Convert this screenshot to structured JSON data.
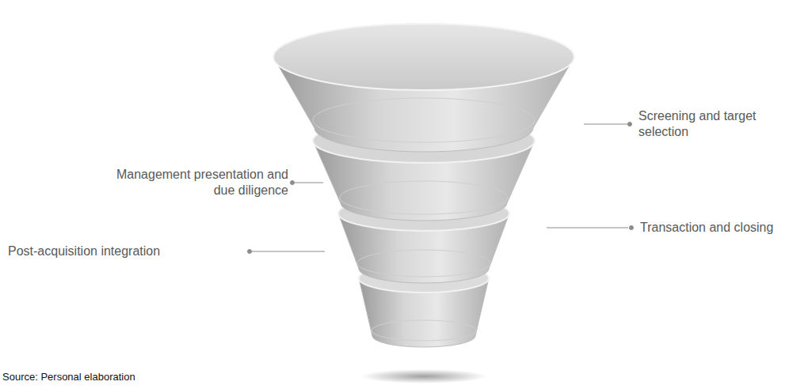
{
  "diagram": {
    "caption": "Source: Personal elaboration",
    "labels": [
      "Screening and target selection",
      "Management presentation and due diligence",
      "Transaction and closing",
      "Post-acquisition integration"
    ]
  }
}
